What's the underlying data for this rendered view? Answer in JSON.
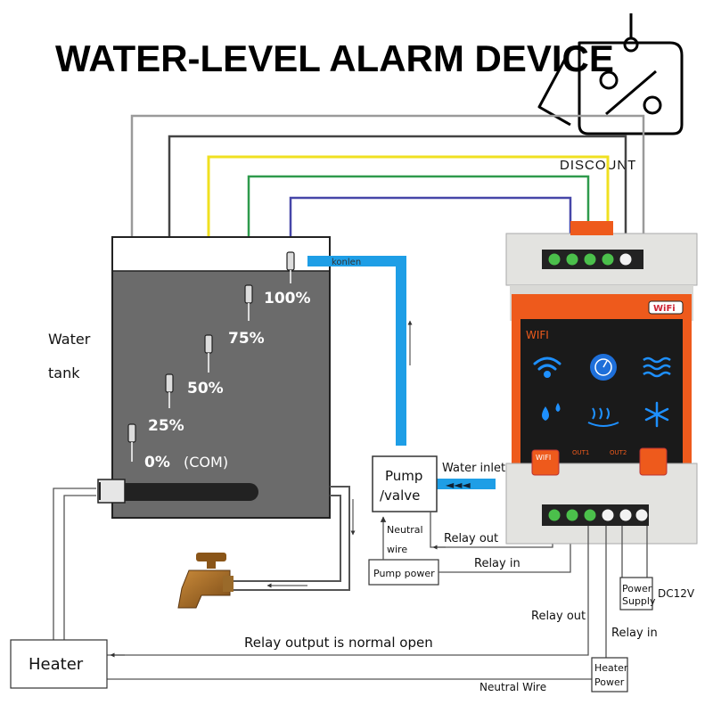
{
  "title": "WATER-LEVEL ALARM DEVICE",
  "badge": {
    "text": "DISCOUNT",
    "icon": "discount-tag-icon"
  },
  "tank": {
    "label_line1": "Water",
    "label_line2": "tank",
    "levels": [
      "100%",
      "75%",
      "50%",
      "25%",
      "0%"
    ],
    "com_label": "(COM)",
    "pipe_label": "konlen"
  },
  "device": {
    "wifi_logo": "WiFi",
    "panel_label": "WIFI",
    "button_label": "WIFI",
    "out1": "OUT1",
    "out2": "OUT2"
  },
  "pump": {
    "line1": "Pump",
    "line2": "/valve"
  },
  "labels": {
    "water_inlet": "Water inlet",
    "neutral": "Neutral",
    "wire": "wire",
    "relay_out_top": "Relay out",
    "relay_in_top": "Relay in",
    "pump_power": "Pump power",
    "power_supply_1": "Power",
    "power_supply_2": "Supply",
    "dc12v": "DC12V",
    "relay_out_bottom": "Relay out",
    "relay_in_bottom": "Relay in",
    "relay_note": "Relay output is normal open",
    "heater": "Heater",
    "heater_power_1": "Heater",
    "heater_power_2": "Power",
    "neutral_wire": "Neutral Wire"
  },
  "colors": {
    "wire_gray": "#9a9a9a",
    "wire_dark": "#444444",
    "wire_yellow": "#f0e020",
    "wire_green": "#2e9a4c",
    "wire_blue": "#4646a8",
    "pipe_blue": "#1e9ee6",
    "device_orange": "#ee5a1c",
    "water": "#6b6b6b"
  }
}
